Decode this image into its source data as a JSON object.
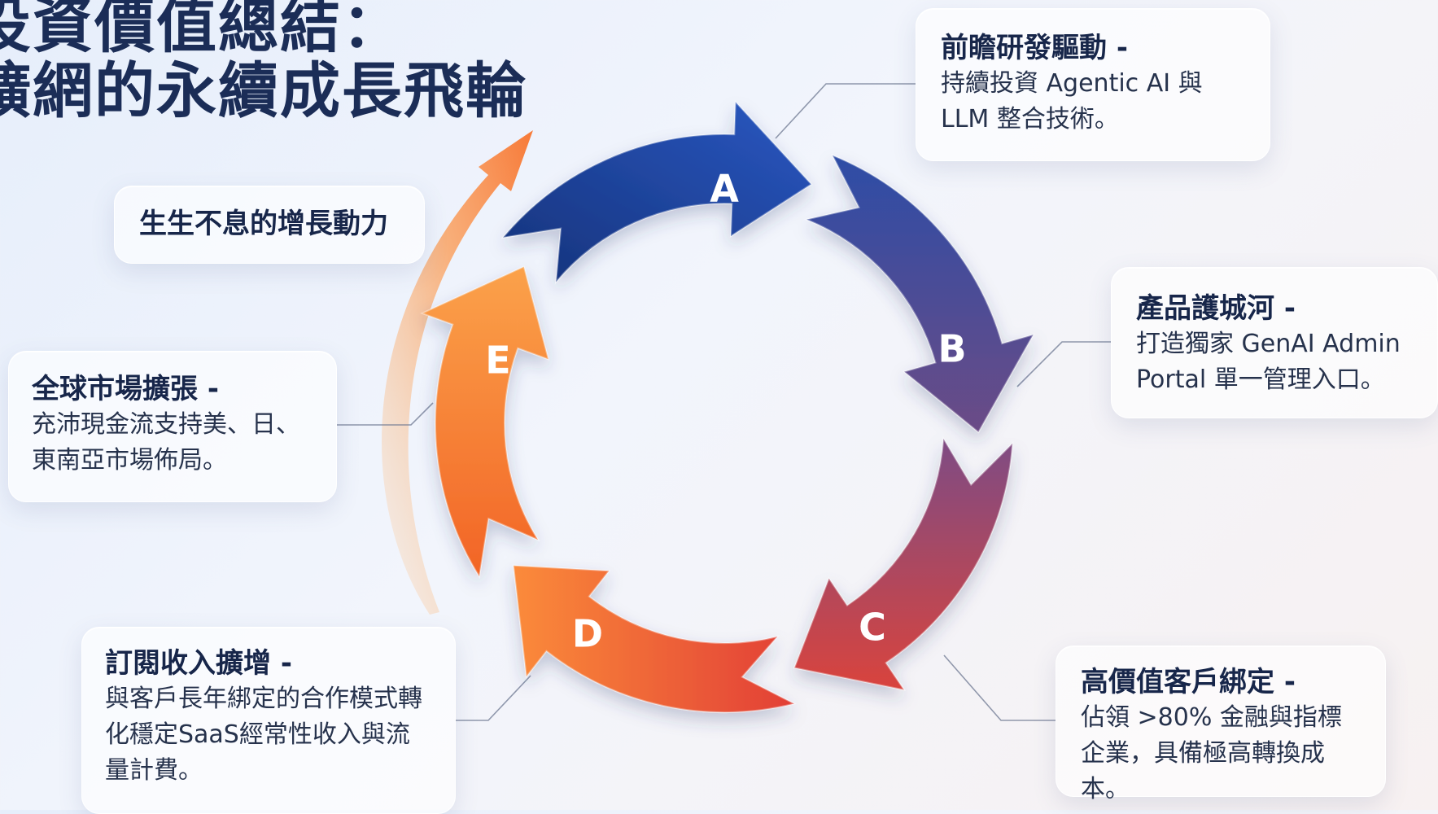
{
  "title": {
    "line1": "投資價值總結：",
    "line2": "擴網的永續成長飛輪"
  },
  "growth_label": "生生不息的增長動力",
  "segments": [
    {
      "letter": "A",
      "heading": "前瞻研發驅動 -",
      "body": "持續投資 Agentic AI 與 LLM 整合技術。",
      "color": "#1f3f8f"
    },
    {
      "letter": "B",
      "heading": "產品護城河 -",
      "body": "打造獨家 GenAI Admin Portal 單一管理入口。",
      "color": "#5a4f8e"
    },
    {
      "letter": "C",
      "heading": "高價值客戶綁定 -",
      "body": "佔領 >80% 金融與指標企業，具備極高轉換成本。",
      "color": "#c8434f"
    },
    {
      "letter": "D",
      "heading": "訂閱收入擴增 -",
      "body": "與客戶長年綁定的合作模式轉化穩定SaaS經常性收入與流量計費。",
      "color": "#f0622c"
    },
    {
      "letter": "E",
      "heading": "全球市場擴張 -",
      "body": "充沛現金流支持美、日、東南亞市場佈局。",
      "color": "#f5852f"
    }
  ]
}
